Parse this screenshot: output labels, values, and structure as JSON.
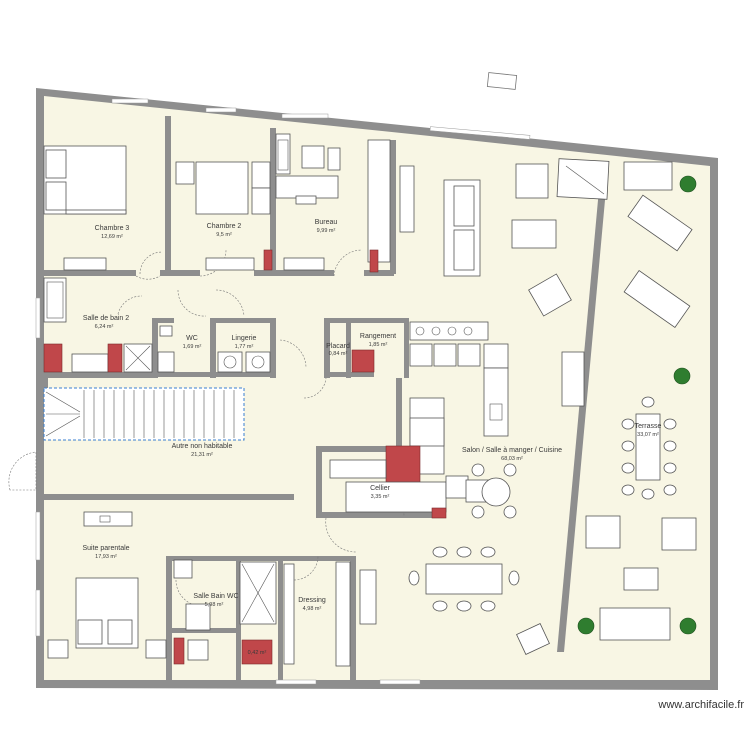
{
  "rooms": {
    "chambre3": {
      "name": "Chambre 3",
      "area": "12,69 m²"
    },
    "chambre2": {
      "name": "Chambre 2",
      "area": "9,5 m²"
    },
    "bureau": {
      "name": "Bureau",
      "area": "9,99 m²"
    },
    "sdb2": {
      "name": "Salle de bain 2",
      "area": "6,24 m²"
    },
    "wc": {
      "name": "WC",
      "area": "1,69 m²"
    },
    "lingerie": {
      "name": "Lingerie",
      "area": "1,77 m²"
    },
    "placard": {
      "name": "Placard",
      "area": "0,84 m²"
    },
    "rangement": {
      "name": "Rangement",
      "area": "1,85 m²"
    },
    "autre": {
      "name": "Autre non habitable",
      "area": "21,31 m²"
    },
    "salon": {
      "name": "Salon / Salle à manger / Cuisine",
      "area": "68,03 m²"
    },
    "terrasse": {
      "name": "Terrasse",
      "area": "33,07 m²"
    },
    "cellier": {
      "name": "Cellier",
      "area": "3,35 m²"
    },
    "suite": {
      "name": "Suite parentale",
      "area": "17,93 m²"
    },
    "sdbwc": {
      "name": "Salle Bain WC",
      "area": "5,98 m²"
    },
    "dressing": {
      "name": "Dressing",
      "area": "4,98 m²"
    },
    "small": {
      "name": "",
      "area": "0,42 m²"
    }
  },
  "brand": "www.archifacile.fr",
  "colors": {
    "room_fill": "#f8f6e4",
    "wall": "#8e8e8e",
    "accent_red": "#c0474a",
    "plant": "#2f7d2f"
  }
}
